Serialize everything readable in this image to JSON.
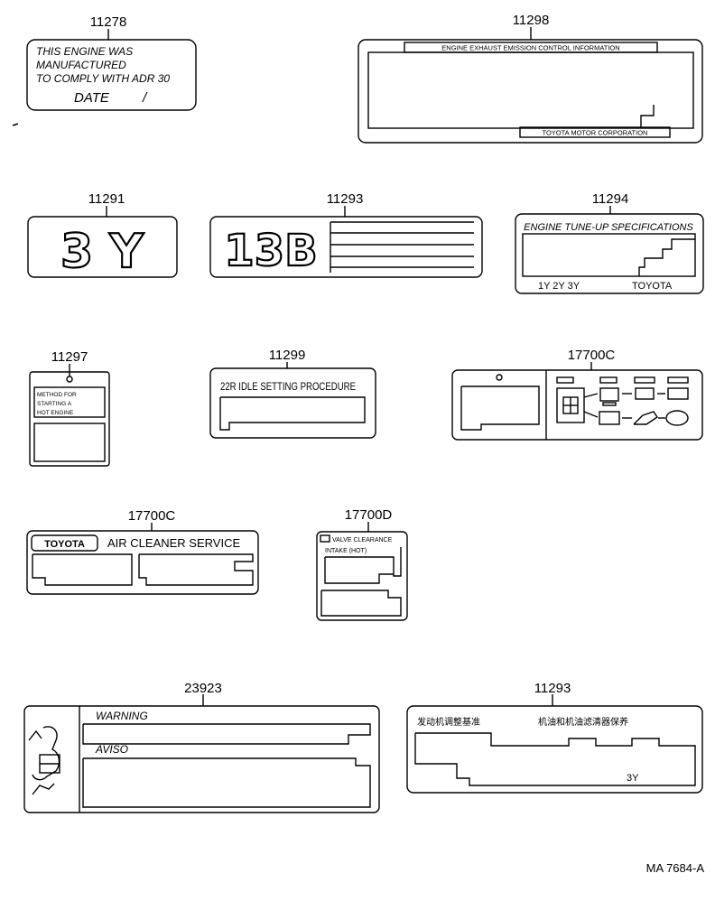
{
  "part_numbers": {
    "p11278": "11278",
    "p11298": "11298",
    "p11291": "11291",
    "p11293a": "11293",
    "p11294": "11294",
    "p11297": "11297",
    "p11299": "11299",
    "p17700c_a": "17700C",
    "p17700c_b": "17700C",
    "p17700d": "17700D",
    "p23923": "23923",
    "p11293b": "11293"
  },
  "labels": {
    "l11278": {
      "line1": "THIS ENGINE WAS",
      "line2": "MANUFACTURED",
      "line3": "TO COMPLY WITH ADR 30",
      "line4": "DATE",
      "slash": "/"
    },
    "l11298": {
      "header": "ENGINE EXHAUST EMISSION CONTROL INFORMATION",
      "footer": "TOYOTA MOTOR CORPORATION"
    },
    "l11291": {
      "text": "3 Y"
    },
    "l11293a": {
      "text": "13B"
    },
    "l11294": {
      "header": "ENGINE TUNE-UP SPECIFICATIONS",
      "models": "1Y 2Y 3Y",
      "brand": "TOYOTA"
    },
    "l11297": {
      "line1": "METHOD  FOR",
      "line2": "STARTING  A",
      "line3": "HOT  ENGINE"
    },
    "l11299": {
      "header": "22R IDLE SETTING PROCEDURE"
    },
    "l17700c_b": {
      "brand": "TOYOTA",
      "text": "AIR CLEANER  SERVICE"
    },
    "l17700d": {
      "line1": "VALVE CLEARANCE",
      "line2": "INTAKE (HOT)"
    },
    "l23923": {
      "warning": "WARNING",
      "aviso": "AVISO"
    },
    "l11293b": {
      "left": "发动机调整基准",
      "right": "机油和机油滤清器保养",
      "model": "3Y"
    }
  },
  "figure_code": "MA 7684-A"
}
